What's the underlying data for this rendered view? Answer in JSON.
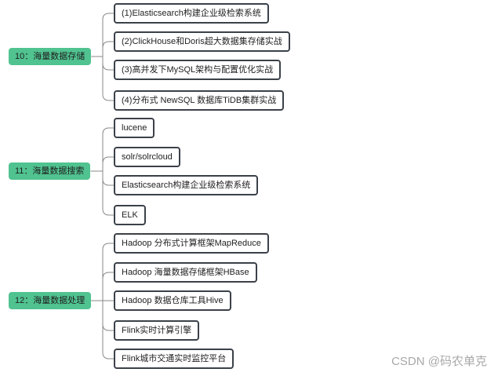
{
  "groups": [
    {
      "topic": "10：海量数据存储",
      "children": [
        "(1)Elasticsearch构建企业级检索系统",
        "(2)ClickHouse和Doris超大数据集存储实战",
        "(3)高并发下MySQL架构与配置优化实战",
        "(4)分布式 NewSQL 数据库TiDB集群实战"
      ]
    },
    {
      "topic": "11：海量数据搜索",
      "children": [
        "lucene",
        "solr/solrcloud",
        "Elasticsearch构建企业级检索系统",
        "ELK"
      ]
    },
    {
      "topic": "12：海量数据处理",
      "children": [
        "Hadoop 分布式计算框架MapReduce",
        "Hadoop 海量数据存储框架HBase",
        "Hadoop 数据仓库工具Hive",
        "Flink实时计算引擎",
        "Flink城市交通实时监控平台"
      ]
    }
  ],
  "watermark": "CSDN @码农单克"
}
